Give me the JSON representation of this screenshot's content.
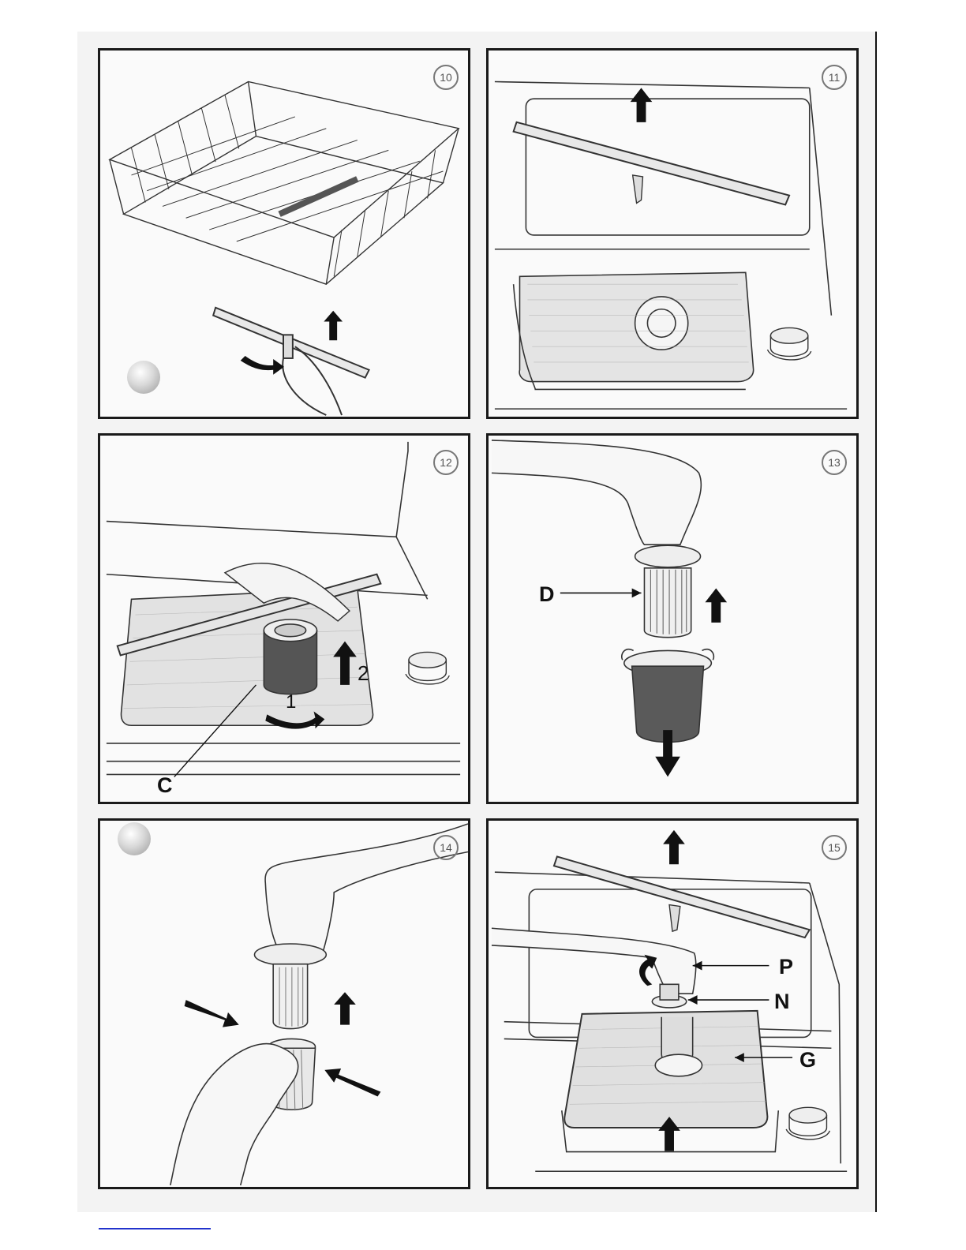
{
  "document": {
    "panels": [
      {
        "step": "10",
        "labels": []
      },
      {
        "step": "11",
        "labels": []
      },
      {
        "step": "12",
        "labels": [
          "C",
          "1",
          "2"
        ]
      },
      {
        "step": "13",
        "labels": [
          "D"
        ]
      },
      {
        "step": "14",
        "labels": []
      },
      {
        "step": "15",
        "labels": [
          "P",
          "N",
          "G"
        ]
      }
    ]
  },
  "colors": {
    "frame": "#1a1a1a",
    "drawing": "#333333",
    "arrow": "#111111",
    "link": "#2233cc"
  },
  "icons": [
    "hole-punch-icon",
    "up-arrow-icon",
    "down-arrow-icon",
    "rotate-arrow-icon"
  ]
}
